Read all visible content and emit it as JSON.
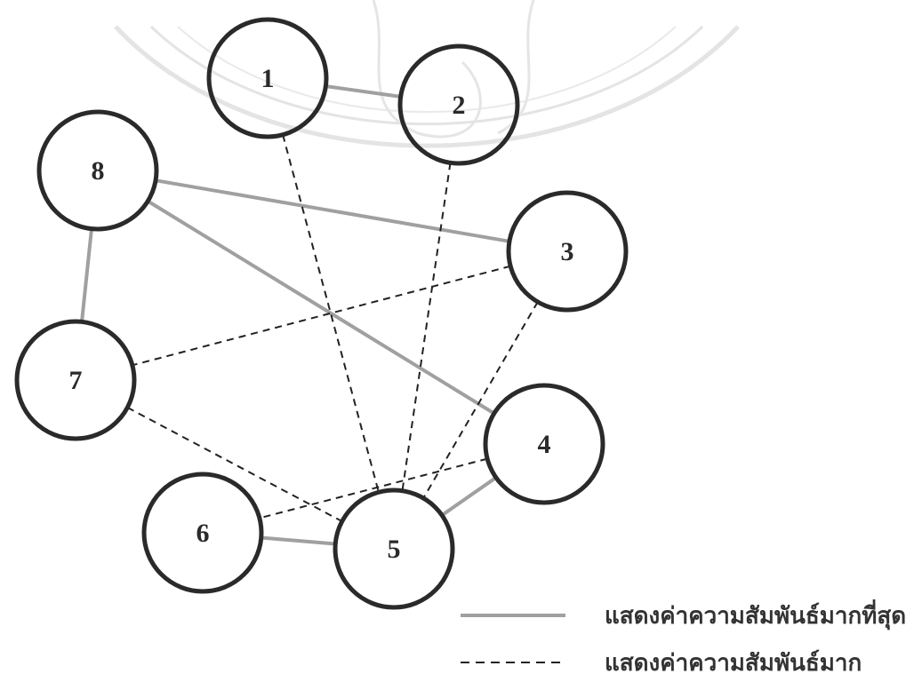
{
  "diagram": {
    "nodes": [
      {
        "id": "1",
        "label": "1"
      },
      {
        "id": "2",
        "label": "2"
      },
      {
        "id": "3",
        "label": "3"
      },
      {
        "id": "4",
        "label": "4"
      },
      {
        "id": "5",
        "label": "5"
      },
      {
        "id": "6",
        "label": "6"
      },
      {
        "id": "7",
        "label": "7"
      },
      {
        "id": "8",
        "label": "8"
      }
    ],
    "edges": [
      {
        "from": "1",
        "to": "2",
        "type": "strongest"
      },
      {
        "from": "8",
        "to": "3",
        "type": "strongest"
      },
      {
        "from": "8",
        "to": "4",
        "type": "strongest"
      },
      {
        "from": "8",
        "to": "7",
        "type": "strongest"
      },
      {
        "from": "4",
        "to": "5",
        "type": "strongest"
      },
      {
        "from": "6",
        "to": "5",
        "type": "strongest"
      },
      {
        "from": "1",
        "to": "5",
        "type": "strong"
      },
      {
        "from": "2",
        "to": "5",
        "type": "strong"
      },
      {
        "from": "3",
        "to": "5",
        "type": "strong"
      },
      {
        "from": "3",
        "to": "7",
        "type": "strong"
      },
      {
        "from": "7",
        "to": "5",
        "type": "strong"
      },
      {
        "from": "4",
        "to": "6",
        "type": "strong"
      }
    ],
    "legend": [
      {
        "type": "strongest",
        "label": "แสดงค่าความสัมพันธ์มากที่สุด"
      },
      {
        "type": "strong",
        "label": "แสดงค่าความสัมพันธ์มาก"
      }
    ],
    "colors": {
      "node_stroke": "#2a2a2a",
      "strongest_line": "#a0a0a0",
      "strong_line": "#222222",
      "watermark": "#c8c8c8"
    }
  }
}
